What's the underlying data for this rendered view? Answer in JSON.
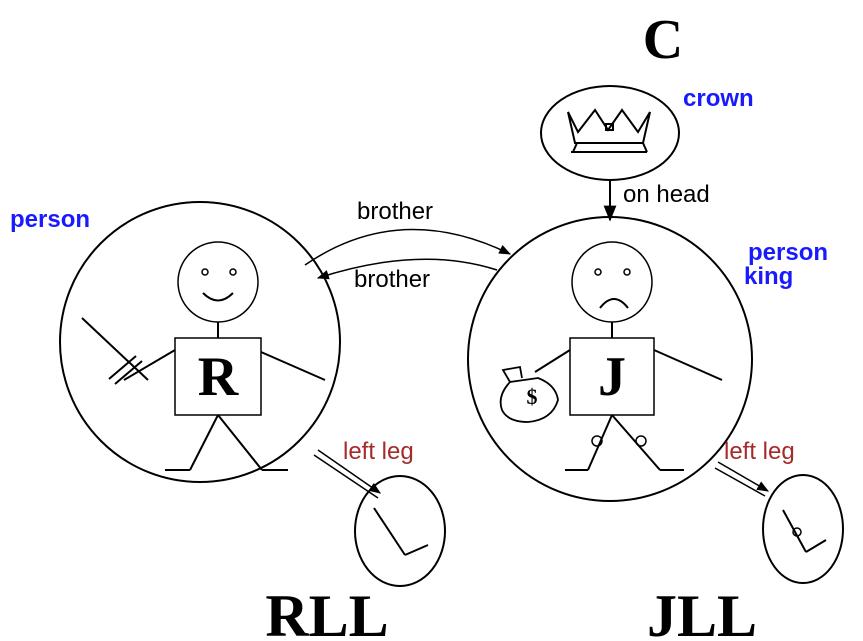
{
  "objects": {
    "crown_symbol": "C",
    "richard_symbol": "R",
    "john_symbol": "J",
    "richard_leg_symbol": "RLL",
    "john_leg_symbol": "JLL"
  },
  "labels": {
    "crown": "crown",
    "on_head": "on head",
    "person_left": "person",
    "person_right": "person",
    "king": "king",
    "brother_top": "brother",
    "brother_bottom": "brother",
    "left_leg_left": "left leg",
    "left_leg_right": "left leg",
    "money": "$"
  },
  "colors": {
    "class_label": "#1a1aff",
    "relation_label": "#a52a2a",
    "line": "#000000"
  }
}
